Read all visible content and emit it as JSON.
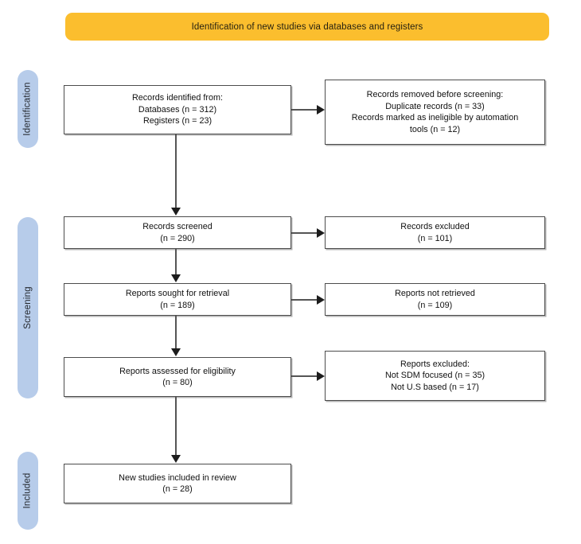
{
  "diagram": {
    "type": "prisma-flow-diagram",
    "banner": {
      "text": "Identification of new studies via databases and registers",
      "color": "#FBBE2E"
    },
    "stages": [
      {
        "id": "identification",
        "label": "Identification",
        "color": "#B7CCEA"
      },
      {
        "id": "screening",
        "label": "Screening",
        "color": "#B7CCEA"
      },
      {
        "id": "included",
        "label": "Included",
        "color": "#B7CCEA"
      }
    ],
    "nodes": {
      "records_identified": {
        "lines": [
          "Records identified from:",
          "Databases (n = 312)",
          "Registers (n = 23)"
        ]
      },
      "records_removed": {
        "lines": [
          "Records removed before screening:",
          "Duplicate records (n = 33)",
          "Records marked as ineligible by automation",
          "tools (n = 12)"
        ]
      },
      "records_screened": {
        "lines": [
          "Records screened",
          "(n = 290)"
        ]
      },
      "records_excluded": {
        "lines": [
          "Records excluded",
          "(n = 101)"
        ]
      },
      "reports_sought": {
        "lines": [
          "Reports sought for retrieval",
          "(n = 189)"
        ]
      },
      "reports_not_retrieved": {
        "lines": [
          "Reports not retrieved",
          "(n = 109)"
        ]
      },
      "reports_assessed": {
        "lines": [
          "Reports assessed for eligibility",
          "(n = 80)"
        ]
      },
      "reports_excluded": {
        "lines": [
          "Reports excluded:",
          "Not SDM focused (n = 35)",
          "Not U.S based (n = 17)"
        ]
      },
      "new_studies_included": {
        "lines": [
          "New studies included in review",
          "(n = 28)"
        ]
      }
    },
    "chart_data": {
      "type": "table",
      "title": "Identification of new studies via databases and registers",
      "stages": [
        "Identification",
        "Screening",
        "Included"
      ],
      "counts": {
        "databases": 312,
        "registers": 23,
        "duplicate_records_removed": 33,
        "ineligible_by_automation_tools": 12,
        "records_screened": 290,
        "records_excluded": 101,
        "reports_sought_for_retrieval": 189,
        "reports_not_retrieved": 109,
        "reports_assessed_for_eligibility": 80,
        "excluded_not_sdm_focused": 35,
        "excluded_not_us_based": 17,
        "new_studies_included_in_review": 28
      }
    }
  }
}
